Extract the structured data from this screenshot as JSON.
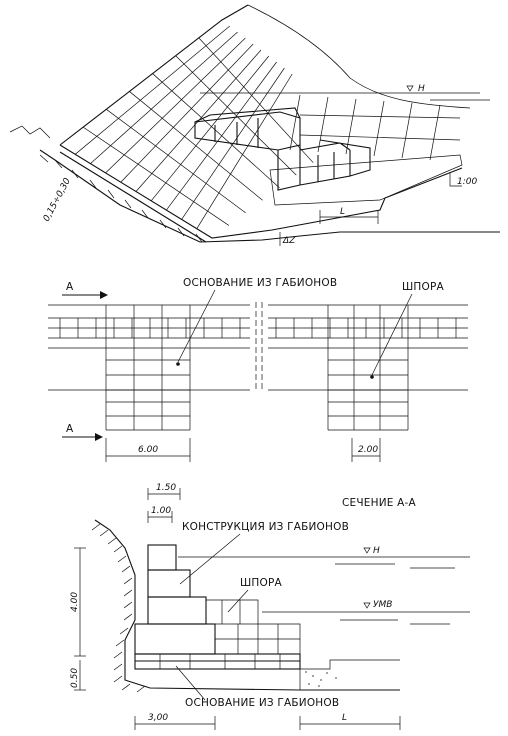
{
  "figure": {
    "iso_view": {
      "water_level": "H",
      "slope_thickness": "0,15÷0,30",
      "length_mark": "L",
      "depth_mark": "ΔZ",
      "angle_mark": "1:00"
    },
    "plan_view": {
      "section_mark_top": "A",
      "section_mark_bottom": "A",
      "base_label": "ОСНОВАНИЕ ИЗ ГАБИОНОВ",
      "spur_label": "ШПОРА",
      "dim_width": "6.00",
      "dim_spur": "2.00"
    },
    "section_view": {
      "title": "СЕЧЕНИЕ А-А",
      "construction_label": "КОНСТРУКЦИЯ ИЗ ГАБИОНОВ",
      "spur_label": "ШПОРА",
      "water_level": "H",
      "low_water_level": "УМВ",
      "base_label": "ОСНОВАНИЕ ИЗ ГАБИОНОВ",
      "dim_top_outer": "1.50",
      "dim_top_inner": "1.00",
      "dim_height": "4.00",
      "dim_base_height": "0.50",
      "dim_base_width": "3,00",
      "length_mark": "L"
    }
  }
}
